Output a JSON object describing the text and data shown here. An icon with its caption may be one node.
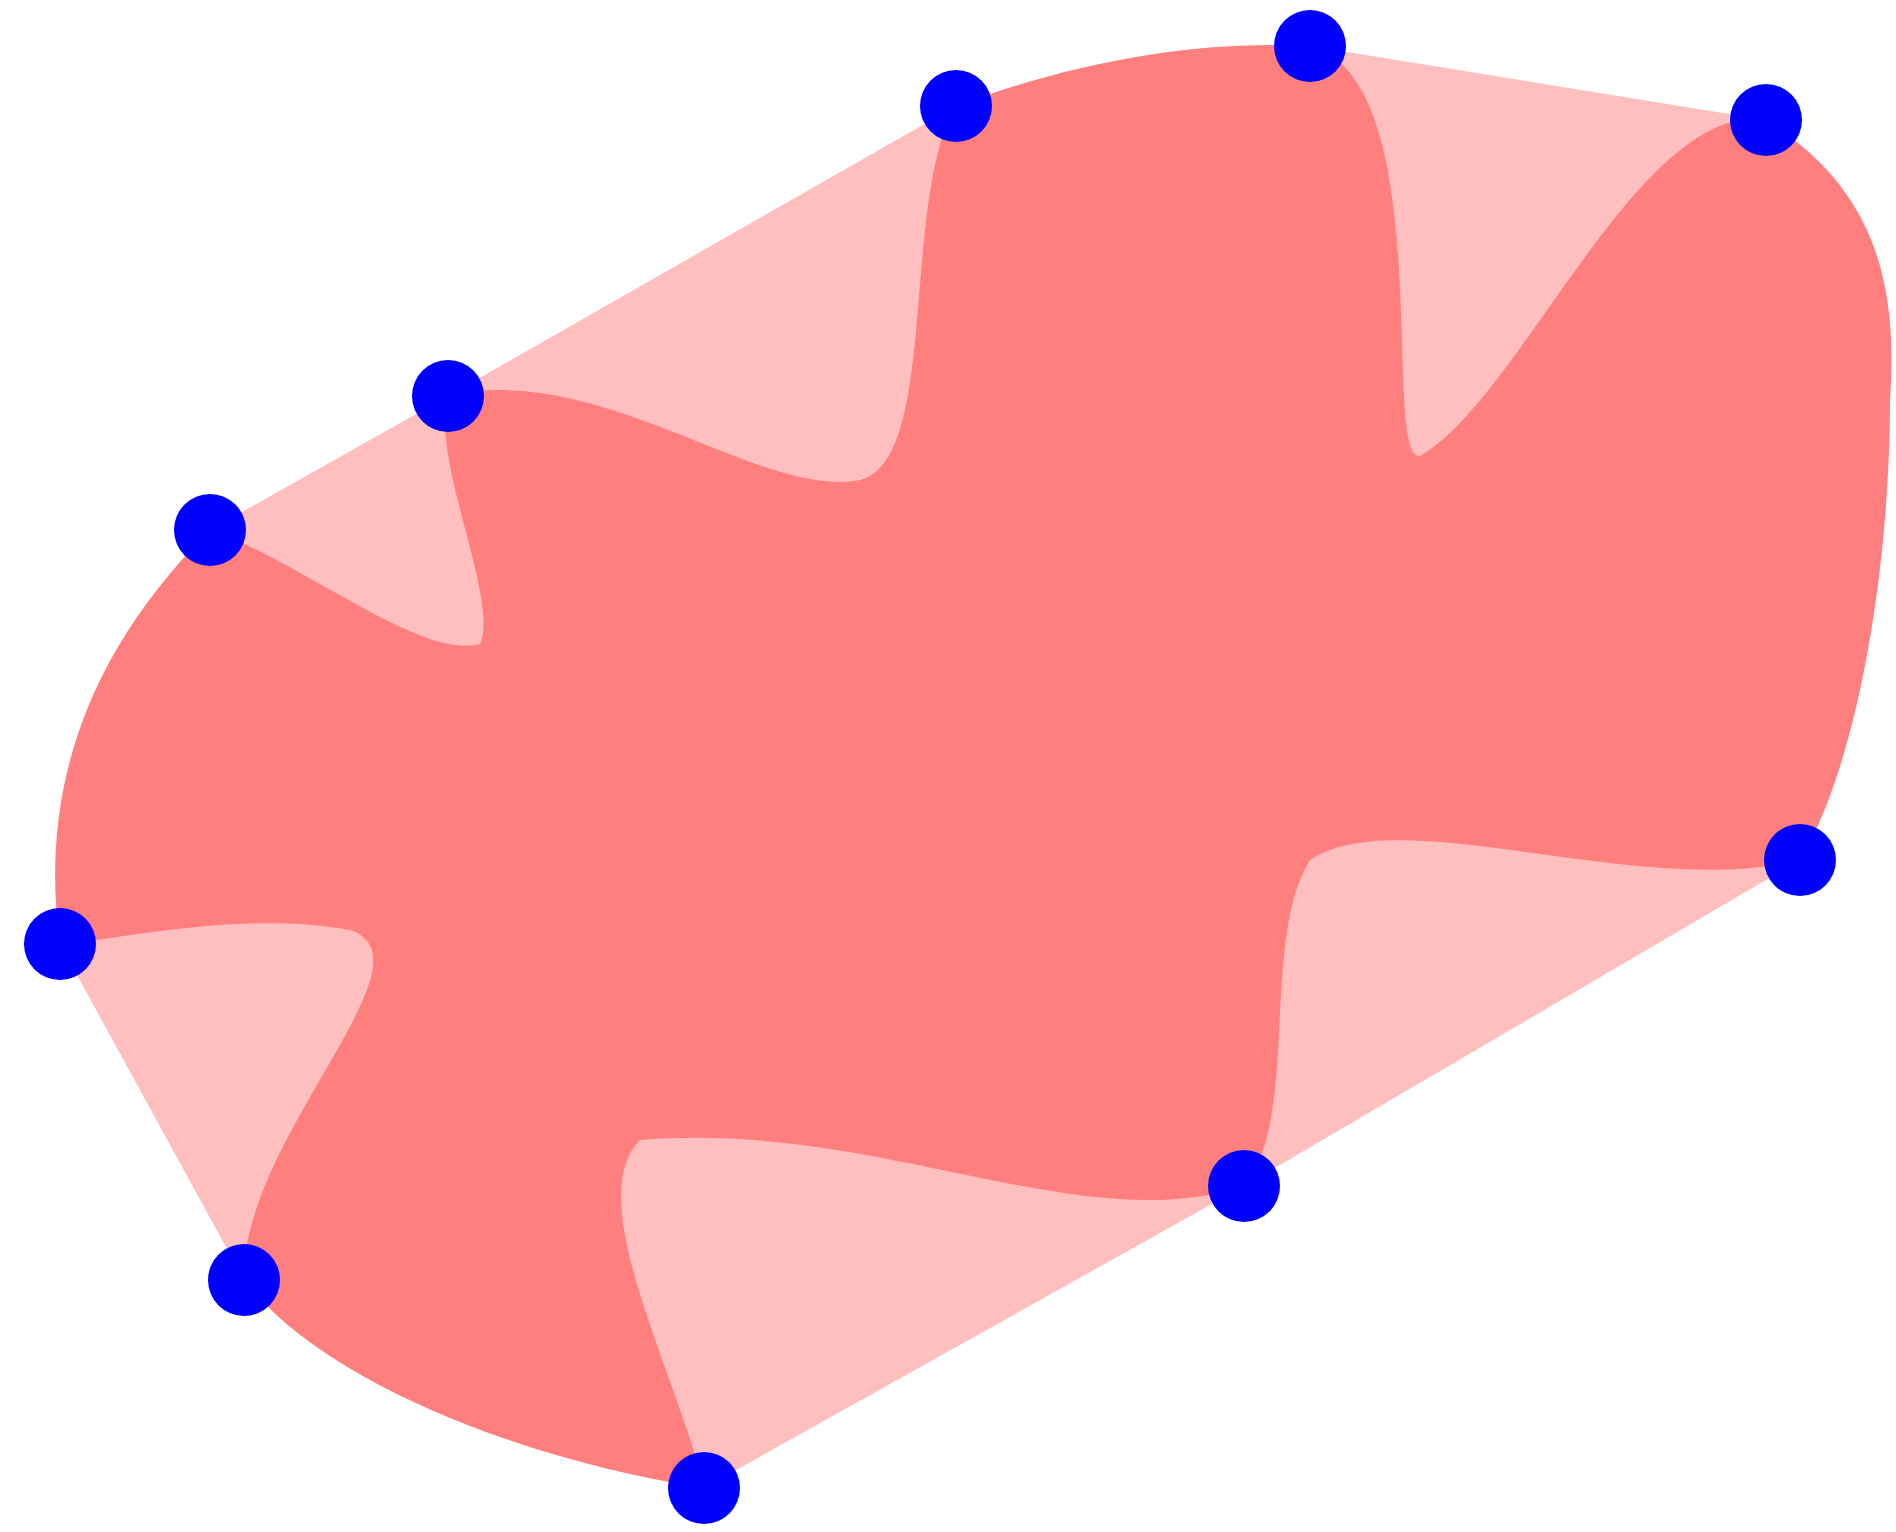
{
  "diagram": {
    "nodes": [
      {
        "text": [],
        "shape": "circle"
      },
      {
        "text": [],
        "shape": "circle"
      },
      {
        "text": [],
        "shape": "circle"
      },
      {
        "text": [],
        "shape": "circle"
      },
      {
        "text": [],
        "shape": "circle"
      },
      {
        "text": [],
        "shape": "circle"
      },
      {
        "text": [],
        "shape": "circle"
      },
      {
        "text": [],
        "shape": "circle"
      },
      {
        "text": [],
        "shape": "circle"
      },
      {
        "text": [],
        "shape": "circle"
      }
    ]
  }
}
